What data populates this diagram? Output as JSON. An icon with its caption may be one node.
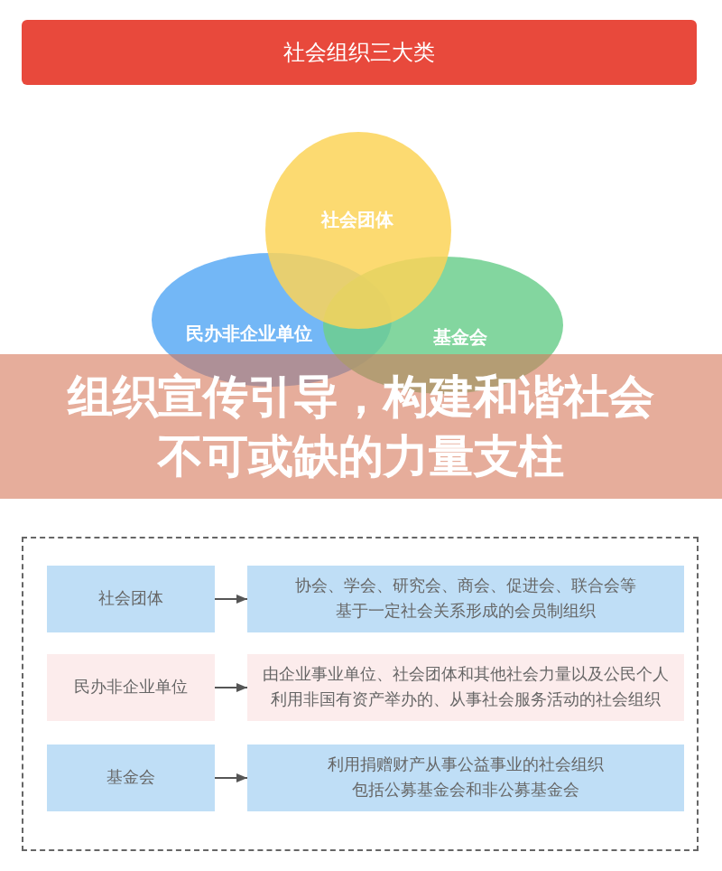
{
  "diagram": {
    "title": "社会组织三大类",
    "nodes": [
      {
        "text": [
          "社会团体"
        ]
      },
      {
        "text": [
          "民办非企业单位"
        ]
      },
      {
        "text": [
          "基金会"
        ]
      },
      {
        "text": [
          "组织宣传引导，构建和谐社会不可或缺的力量支柱"
        ]
      },
      {
        "text": [],
        "shape": "box"
      },
      {
        "text": [
          "社会团体"
        ],
        "in": 4
      },
      {
        "text": [
          "协会、学会、研究会、商会、促进会、联合会等基于一定社会关系形成的会员制组织"
        ],
        "in": 4
      },
      {
        "text": [
          "民办非企业单位"
        ],
        "in": 4
      },
      {
        "text": [
          "由企业事业单位、社会团体和其他社会力量以及公民个人利用非国有资产举办的、从事社会服务活动的社会组织"
        ],
        "in": 4
      },
      {
        "text": [
          "基金会"
        ],
        "in": 4
      },
      {
        "text": [
          "利用捐赠财产从事公益事业的社会组织包括公募基金会和非公募基金会"
        ],
        "in": 4
      }
    ],
    "edges": [
      {
        "from": 5,
        "to": 6,
        "arrow": "to"
      },
      {
        "from": 7,
        "to": 8,
        "arrow": "to"
      },
      {
        "from": 9,
        "to": 10,
        "arrow": "to"
      }
    ]
  }
}
